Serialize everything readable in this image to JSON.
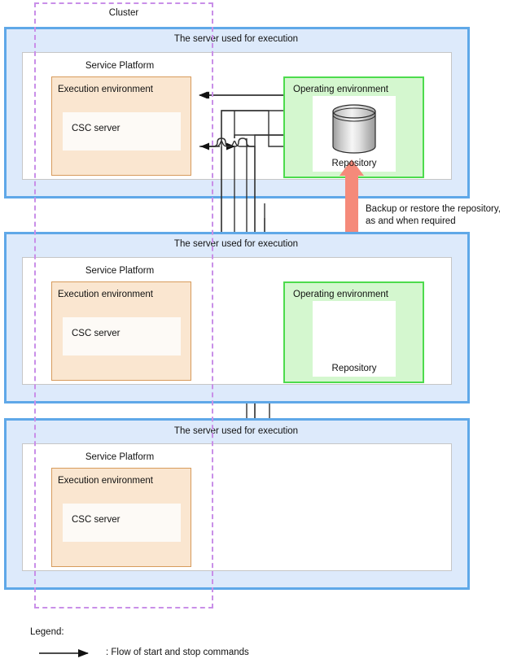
{
  "diagram": {
    "title_cluster": "Cluster",
    "server_label": "The server used for execution",
    "service_platform_label": "Service Platform",
    "execution_env_label": "Execution environment",
    "csc_server_label": "CSC server",
    "operating_env_label": "Operating environment",
    "repository_label": "Repository",
    "backup_note_line1": "Backup or restore the repository,",
    "backup_note_line2": "as and when required",
    "blocks": [
      {
        "server_label": "The server used for execution",
        "service_platform_label": "Service Platform",
        "execution_env_label": "Execution environment",
        "csc_server_label": "CSC server",
        "has_operating_env": true,
        "operating_env_label": "Operating environment",
        "repository_label": "Repository"
      },
      {
        "server_label": "The server used for execution",
        "service_platform_label": "Service Platform",
        "execution_env_label": "Execution environment",
        "csc_server_label": "CSC server",
        "has_operating_env": true,
        "operating_env_label": "Operating environment",
        "repository_label": "Repository"
      },
      {
        "server_label": "The server used for execution",
        "service_platform_label": "Service Platform",
        "execution_env_label": "Execution environment",
        "csc_server_label": "CSC server",
        "has_operating_env": false,
        "operating_env_label": "",
        "repository_label": ""
      }
    ]
  },
  "legend": {
    "heading": "Legend:",
    "items": [
      {
        "symbol": "arrow-right",
        "text": ": Flow of start and stop commands"
      }
    ]
  },
  "colors": {
    "server_fill": "#ddeafb",
    "server_border": "#5fa8e8",
    "service_border": "#c6c6c6",
    "exec_fill": "#fae6d0",
    "exec_border": "#d79b5c",
    "op_fill": "#d4f7cf",
    "op_border": "#4ddb4d",
    "cluster_border": "#c98fe8",
    "backup_arrow": "#f58a7a",
    "line": "#333333"
  }
}
